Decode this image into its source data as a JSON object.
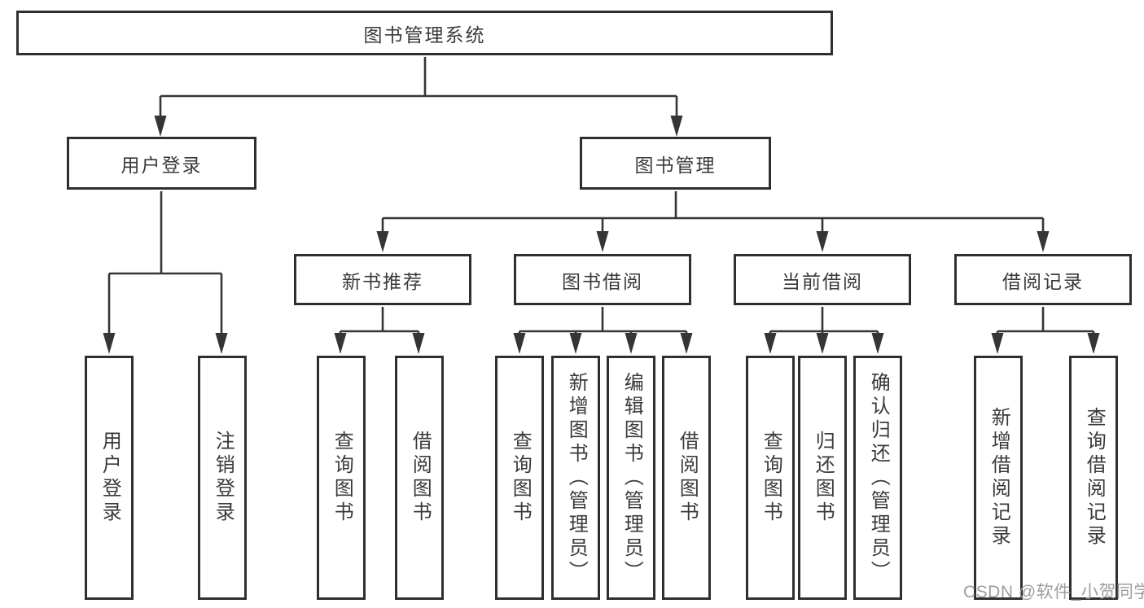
{
  "diagram": {
    "title": "图书管理系统",
    "type": "tree",
    "colors": {
      "line": "#353535",
      "box_border": "#2f2f2f",
      "box_fill": "#ffffff",
      "text": "#3a3a3a"
    },
    "nodes": {
      "root": {
        "label": "图书管理系统",
        "level": 1
      },
      "user_login": {
        "label": "用户登录",
        "level": 2
      },
      "book_mgmt": {
        "label": "图书管理",
        "level": 2
      },
      "new_book_rec": {
        "label": "新书推荐",
        "level": 3
      },
      "book_borrow": {
        "label": "图书借阅",
        "level": 3
      },
      "current_borrow": {
        "label": "当前借阅",
        "level": 3
      },
      "borrow_record": {
        "label": "借阅记录",
        "level": 3
      },
      "ul_user_login": {
        "label": "用户登录",
        "level": 4
      },
      "ul_logout": {
        "label": "注销登录",
        "level": 4
      },
      "nb_query_book": {
        "label": "查询图书",
        "level": 4
      },
      "nb_borrow_book": {
        "label": "借阅图书",
        "level": 4
      },
      "bb_query_book": {
        "label": "查询图书",
        "level": 4
      },
      "bb_add_book": {
        "label": "新增图书（管理员）",
        "level": 4
      },
      "bb_edit_book": {
        "label": "编辑图书（管理员）",
        "level": 4
      },
      "bb_borrow_book": {
        "label": "借阅图书",
        "level": 4
      },
      "cb_query_book": {
        "label": "查询图书",
        "level": 4
      },
      "cb_return_book": {
        "label": "归还图书",
        "level": 4
      },
      "cb_confirm_return": {
        "label": "确认归还（管理员）",
        "level": 4
      },
      "br_add_record": {
        "label": "新增借阅记录",
        "level": 4
      },
      "br_query_record": {
        "label": "查询借阅记录",
        "level": 4
      }
    },
    "edges": [
      [
        "root",
        "user_login"
      ],
      [
        "root",
        "book_mgmt"
      ],
      [
        "user_login",
        "ul_user_login"
      ],
      [
        "user_login",
        "ul_logout"
      ],
      [
        "book_mgmt",
        "new_book_rec"
      ],
      [
        "book_mgmt",
        "book_borrow"
      ],
      [
        "book_mgmt",
        "current_borrow"
      ],
      [
        "book_mgmt",
        "borrow_record"
      ],
      [
        "new_book_rec",
        "nb_query_book"
      ],
      [
        "new_book_rec",
        "nb_borrow_book"
      ],
      [
        "book_borrow",
        "bb_query_book"
      ],
      [
        "book_borrow",
        "bb_add_book"
      ],
      [
        "book_borrow",
        "bb_edit_book"
      ],
      [
        "book_borrow",
        "bb_borrow_book"
      ],
      [
        "current_borrow",
        "cb_query_book"
      ],
      [
        "current_borrow",
        "cb_return_book"
      ],
      [
        "current_borrow",
        "cb_confirm_return"
      ],
      [
        "borrow_record",
        "br_add_record"
      ],
      [
        "borrow_record",
        "br_query_record"
      ]
    ]
  },
  "watermark": {
    "text": "CSDN @软件_小贺同学",
    "color": "#94999e"
  }
}
